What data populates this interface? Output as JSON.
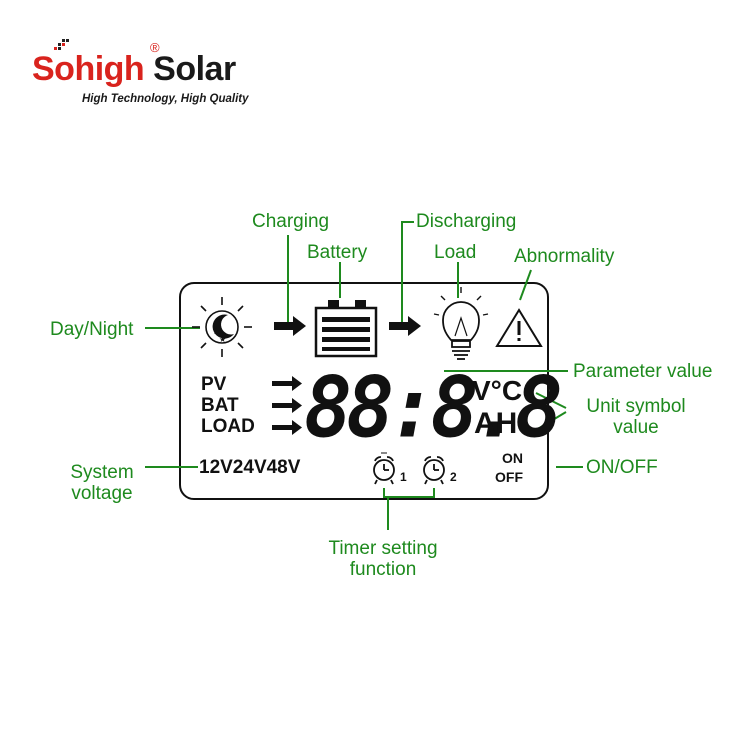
{
  "brand": {
    "name_part1": "Sohigh",
    "name_part2": "Solar",
    "registered": "®",
    "slogan": "High Technology, High Quality"
  },
  "callouts": {
    "charging": "Charging",
    "discharging": "Discharging",
    "battery": "Battery",
    "load": "Load",
    "abnormality": "Abnormality",
    "day_night": "Day/Night",
    "parameter_value": "Parameter value",
    "unit_symbol_line1": "Unit symbol",
    "unit_symbol_line2": "value",
    "system_voltage_line1": "System",
    "system_voltage_line2": "voltage",
    "on_off": "ON/OFF",
    "timer_line1": "Timer setting",
    "timer_line2": "function"
  },
  "lcd": {
    "rows": [
      "PV",
      "BAT",
      "LOAD"
    ],
    "digits": "88:8.8",
    "unit_top": "V°C",
    "unit_bottom": "AH",
    "voltages": "12V24V48V",
    "on_label": "ON",
    "off_label": "OFF",
    "timer1_sub": "1",
    "timer2_sub": "2"
  },
  "icons": {
    "sun_moon": "day-night-icon",
    "battery": "battery-icon",
    "bulb": "light-bulb-icon",
    "warning": "warning-triangle-icon",
    "alarm": "alarm-clock-icon",
    "arrow": "right-arrow-icon"
  },
  "colors": {
    "brand_red": "#d9231d",
    "callout_green": "#1e8a1e",
    "lcd_ink": "#111111"
  }
}
